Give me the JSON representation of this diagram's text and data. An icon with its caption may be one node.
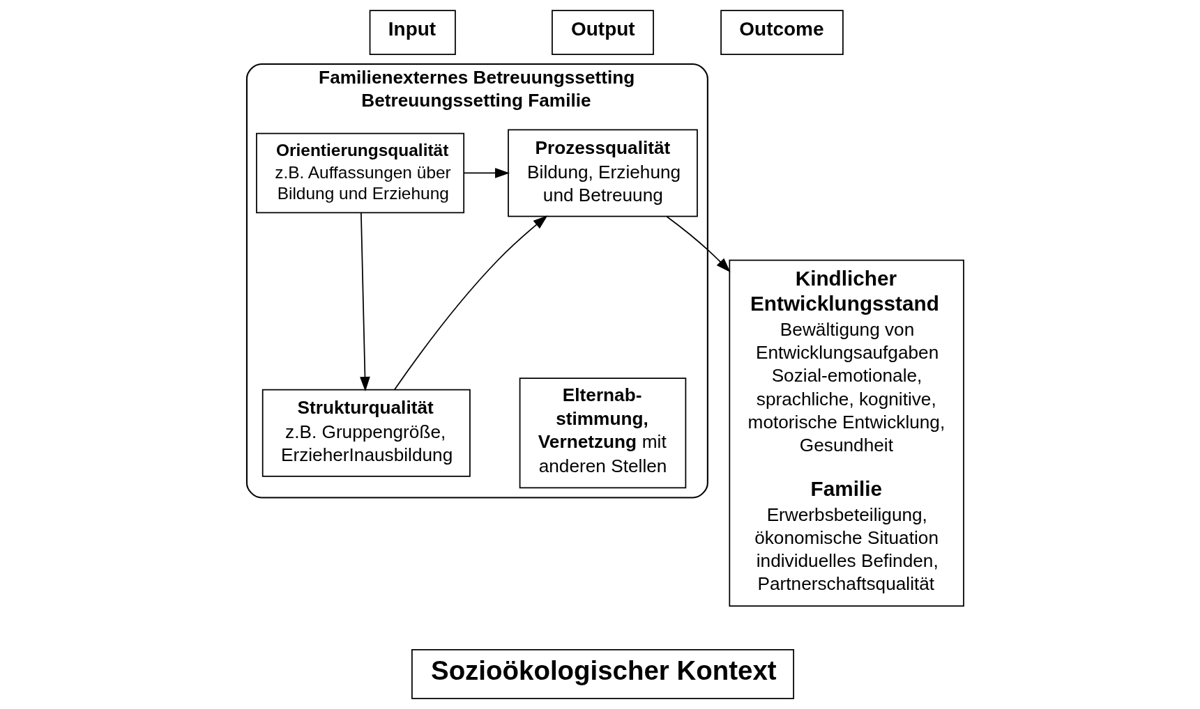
{
  "diagram": {
    "nodes": [
      {
        "text": [
          "Input"
        ]
      },
      {
        "text": [
          "Output"
        ]
      },
      {
        "text": [
          "Outcome"
        ]
      },
      {
        "text": [
          "Familienexternes Betreuungssetting",
          "Betreuungssetting Familie"
        ]
      },
      {
        "text": [
          "Orientierungsqualität",
          "z.B. Auffassungen über Bildung und Erziehung"
        ],
        "in": 3
      },
      {
        "text": [
          "Strukturqualität",
          "z.B. Gruppengröße, ErzieherInausbildung"
        ],
        "in": 3
      },
      {
        "text": [
          "Prozessqualität",
          "Bildung, Erziehung und Betreuung"
        ],
        "in": 3
      },
      {
        "text": [
          "**Elternab- stimmung, Vernetzung** mit anderen Stellen"
        ],
        "in": 3
      },
      {
        "text": [
          "Kindlicher Entwicklungsstand",
          "Bewältigung von Entwicklungsaufgaben Sozial-emotionale, sprachliche, kognitive, motorische Entwicklung, Gesundheit",
          "Familie",
          "Erwerbsbeteiligung, ökonomische Situation individuelles Befinden, Partnerschaftsqualität"
        ]
      },
      {
        "text": [
          "Sozioökologischer Kontext"
        ]
      }
    ],
    "edges": [
      {
        "from": 4,
        "to": 5,
        "arrow": "to"
      },
      {
        "from": 4,
        "to": 6,
        "arrow": "to"
      },
      {
        "from": 5,
        "to": 6,
        "arrow": "to"
      },
      {
        "from": 6,
        "to": 8,
        "arrow": "to"
      }
    ]
  }
}
